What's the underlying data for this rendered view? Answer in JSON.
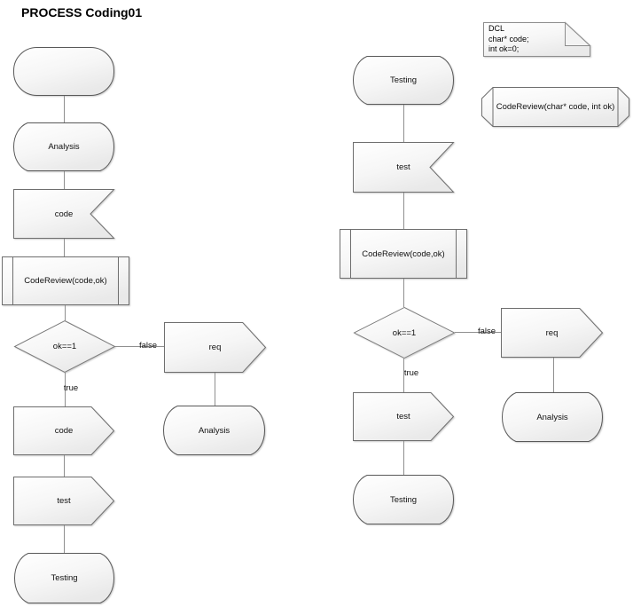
{
  "title": "PROCESS Coding01",
  "palette": {
    "shape_border": "#6e6e6e",
    "state_border": "#595959",
    "connector": "#8f8f8f",
    "fill_top": "#ffffff",
    "fill_bottom": "#e9e9e9"
  },
  "declarations": {
    "dcl": {
      "line1": "DCL",
      "line2": "char* code;",
      "line3": "int ok=0;"
    },
    "procedure_ref": "CodeReview(char* code, int ok)"
  },
  "left": {
    "start": "",
    "state_analysis": "Analysis",
    "input_code": "code",
    "procedure_call": "CodeReview(code,ok)",
    "decision": "ok==1",
    "edge_true": "true",
    "edge_false": "false",
    "output_req": "req",
    "state_analysis_2": "Analysis",
    "output_code": "code",
    "output_test": "test",
    "state_testing": "Testing"
  },
  "right": {
    "state_testing": "Testing",
    "input_test": "test",
    "procedure_call": "CodeReview(code,ok)",
    "decision": "ok==1",
    "edge_true": "true",
    "edge_false": "false",
    "output_req": "req",
    "state_analysis": "Analysis",
    "output_test": "test",
    "state_testing_2": "Testing"
  }
}
